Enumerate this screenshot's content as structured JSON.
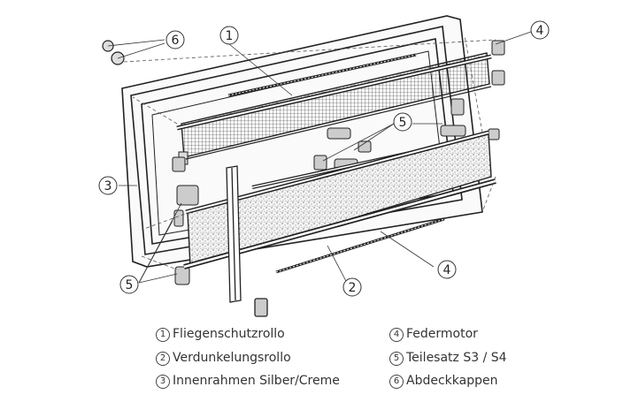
{
  "callouts": {
    "c1": "1",
    "c2": "2",
    "c3": "3",
    "c4a": "4",
    "c4b": "4",
    "c5a": "5",
    "c5b": "5",
    "c6": "6"
  },
  "legend": [
    {
      "num": "1",
      "text": "Fliegenschutzrollo"
    },
    {
      "num": "2",
      "text": "Verdunkelungsrollo"
    },
    {
      "num": "3",
      "text": "Innenrahmen Silber/Creme"
    },
    {
      "num": "4",
      "text": "Federmotor"
    },
    {
      "num": "5",
      "text": "Teilesatz S3 / S4"
    },
    {
      "num": "6",
      "text": "Abdeckkappen"
    }
  ]
}
